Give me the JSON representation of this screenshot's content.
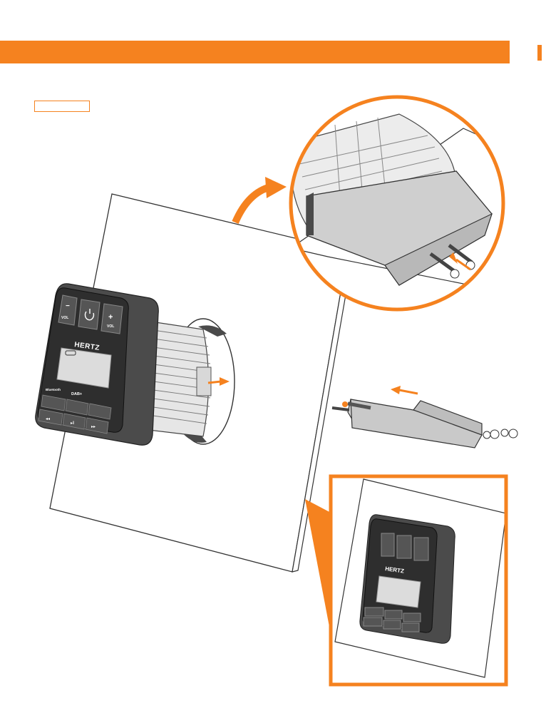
{
  "colors": {
    "accent": "#f5821f",
    "panel_stroke": "#333333",
    "device_body": "#4a4a4a",
    "device_face": "#2d2d2d",
    "screen": "#dcdcdc",
    "heatsink": "#e2e2e2",
    "bracket": "#c8c8c8"
  },
  "device": {
    "brand": "HERTZ",
    "vol_minus": "VOL",
    "vol_plus": "VOL",
    "bluetooth": "Bluetooth",
    "dab": "DAB+"
  },
  "icons": [
    "power-icon",
    "play-pause-icon",
    "next-icon",
    "prev-icon",
    "bluetooth-icon",
    "arrow-icon"
  ]
}
